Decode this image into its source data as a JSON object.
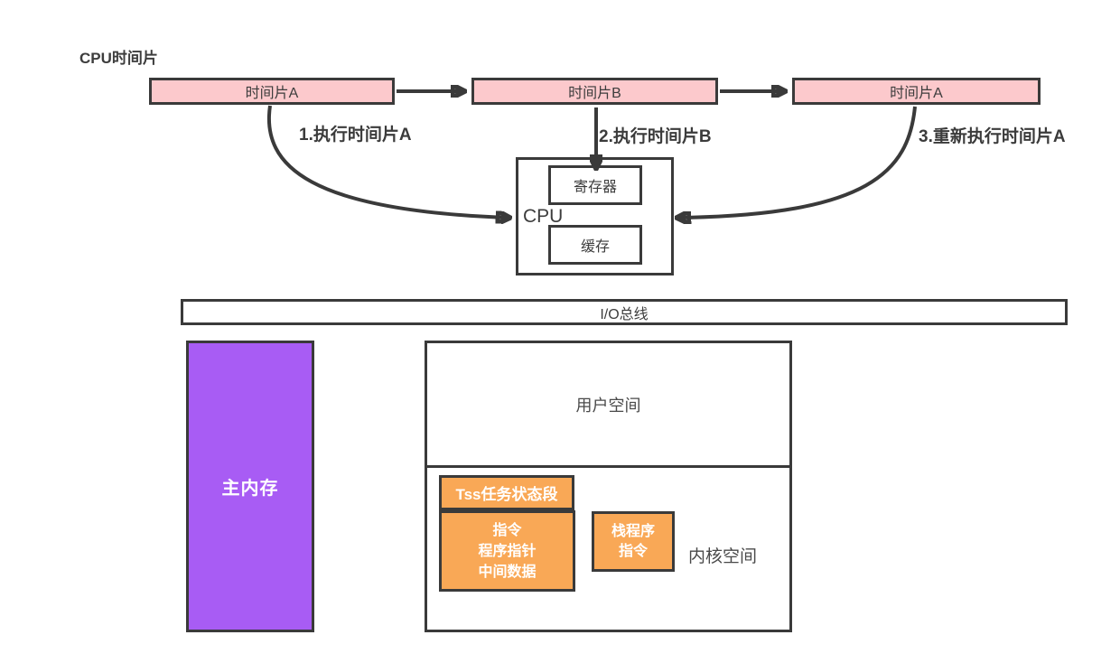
{
  "title": "CPU时间片",
  "timeline": {
    "slices": [
      {
        "label": "时间片A"
      },
      {
        "label": "时间片B"
      },
      {
        "label": "时间片A"
      }
    ]
  },
  "annotations": {
    "step1": "1.执行时间片A",
    "step2": "2.执行时间片B",
    "step3": "3.重新执行时间片A"
  },
  "cpu": {
    "label": "CPU",
    "register_label": "寄存器",
    "cache_label": "缓存"
  },
  "io_bus": {
    "label": "I/O总线"
  },
  "main_memory": {
    "label": "主内存"
  },
  "memory_map": {
    "user_space_label": "用户空间",
    "kernel_space_label": "内核空间",
    "tss_label": "Tss任务状态段",
    "task_block_lines": [
      "指令",
      "程序指针",
      "中间数据"
    ],
    "stack_block_lines": [
      "栈程序",
      "指令"
    ]
  },
  "colors": {
    "slice_fill": "#fcc9cc",
    "block_orange": "#f9a856",
    "memory_purple": "#a85cf4",
    "stroke_dark": "#3a3a3a"
  }
}
